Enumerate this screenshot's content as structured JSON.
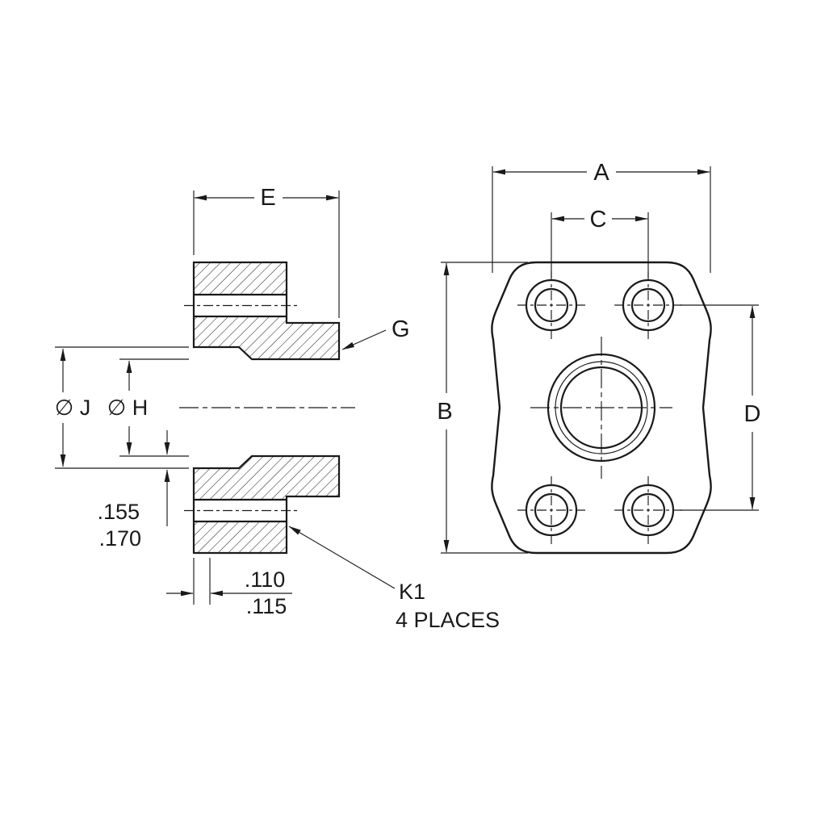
{
  "drawing": {
    "section_view": {
      "dim_e": "E",
      "dia_j": "∅ J",
      "dia_h": "∅ H",
      "label_g": "G",
      "step_dim": {
        "upper": ".155",
        "lower": ".170"
      },
      "face_dim": {
        "upper": ".110",
        "lower": ".115"
      },
      "hole_callout": {
        "label": "K1",
        "note": "4 PLACES"
      }
    },
    "front_view": {
      "dim_a": "A",
      "dim_b": "B",
      "dim_c": "C",
      "dim_d": "D"
    },
    "colors": {
      "line": "#1a1a1a",
      "background": "#ffffff"
    }
  }
}
